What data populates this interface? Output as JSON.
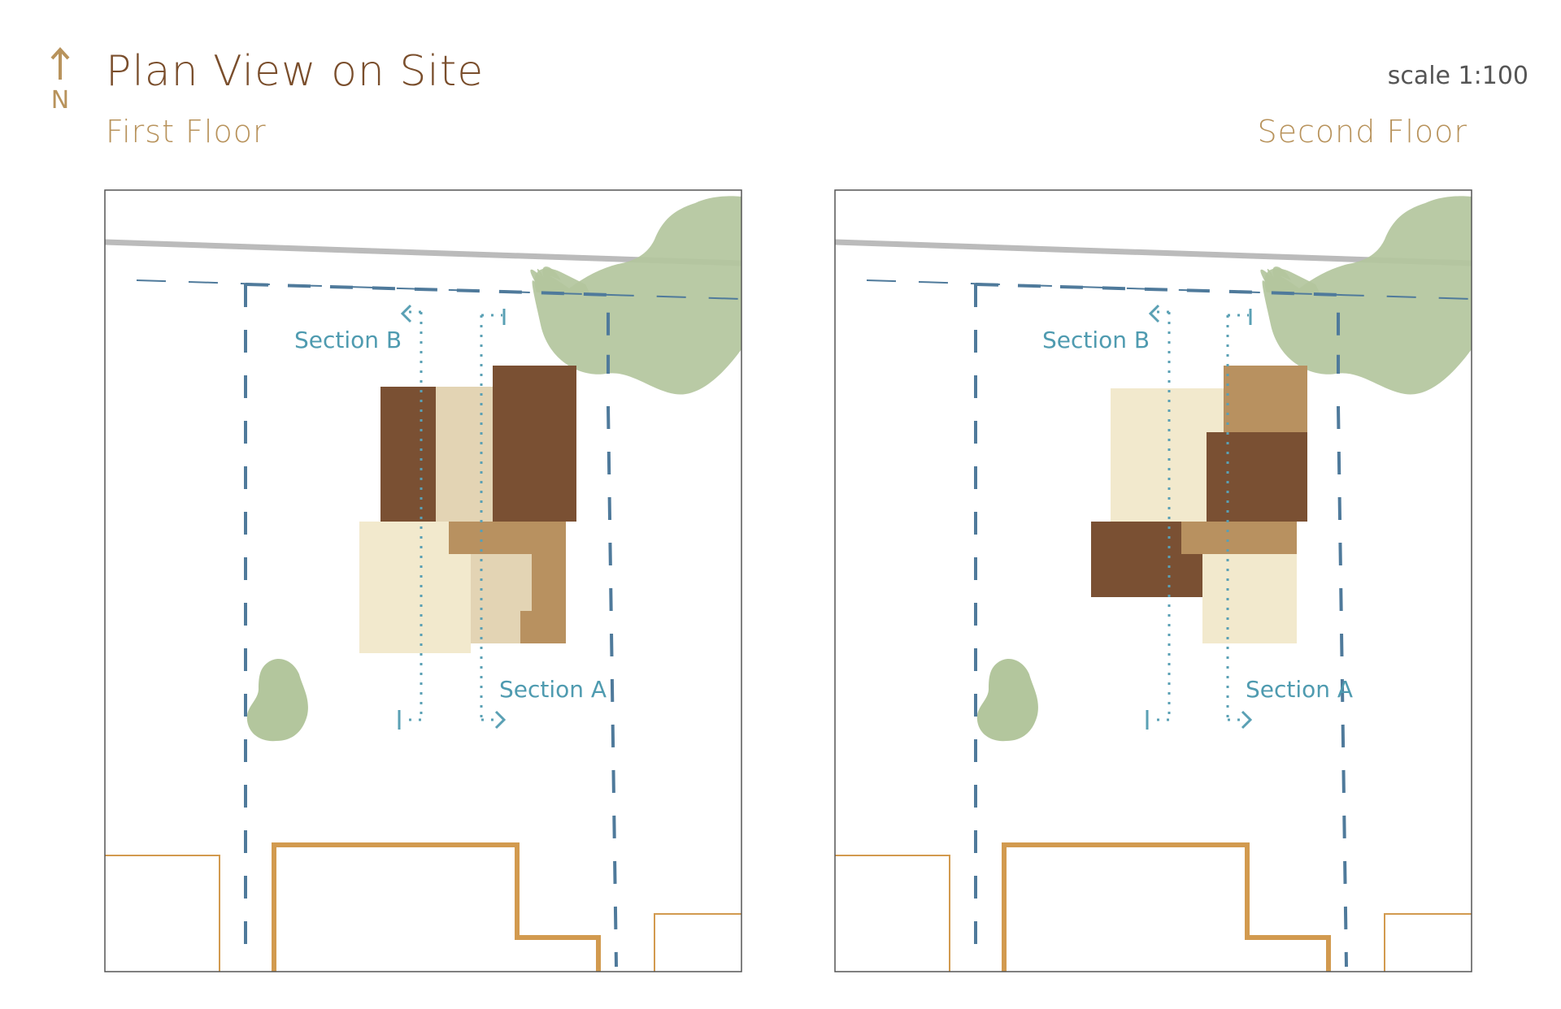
{
  "title": "Plan View on Site",
  "north_label": "N",
  "scale": "scale 1:100",
  "colors": {
    "dark_brown": "#7a5033",
    "mid_brown": "#b89160",
    "light_tan": "#e3d4b4",
    "pale_cream": "#f2e9cd",
    "tree_green": "#b3c69d",
    "setback_blue": "#4f7a9b",
    "section_teal": "#5aa0b4",
    "neighbor_orange": "#d29a4f",
    "road_grey": "#bbbbbb"
  },
  "plans": [
    {
      "label": "First Floor",
      "section_a": "Section A",
      "section_b": "Section B"
    },
    {
      "label": "Second Floor",
      "section_a": "Section A",
      "section_b": "Section B"
    }
  ]
}
